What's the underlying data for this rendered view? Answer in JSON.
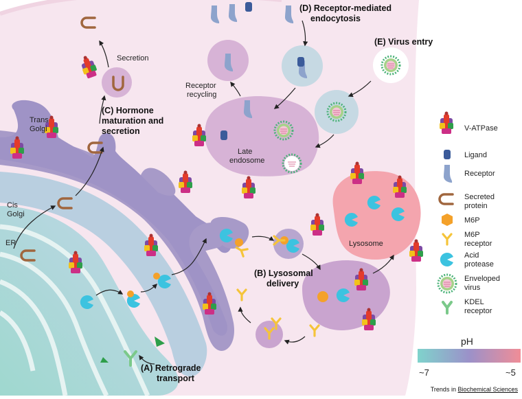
{
  "process_labels": {
    "a_line1": "(A) Retrograde",
    "a_line2": "transport",
    "b_line1": "(B) Lysosomal",
    "b_line2": "delivery",
    "c_line1": "(C) Hormone",
    "c_line2": "maturation and",
    "c_line3": "secretion",
    "d_line1": "(D) Receptor-mediated",
    "d_line2": "endocytosis",
    "e_line1": "(E) Virus entry"
  },
  "compartment_labels": {
    "trans_golgi_1": "Trans",
    "trans_golgi_2": "Golgi",
    "cis_golgi_1": "Cis",
    "cis_golgi_2": "Golgi",
    "er": "ER",
    "secretion": "Secretion",
    "receptor_recycling_1": "Receptor",
    "receptor_recycling_2": "recycling",
    "late_endosome_1": "Late",
    "late_endosome_2": "endosome",
    "lysosome": "Lysosome"
  },
  "legend": {
    "items": [
      {
        "label": "V-ATPase",
        "icon": "v-atpase-icon"
      },
      {
        "label": "Ligand",
        "icon": "ligand-icon"
      },
      {
        "label": "Receptor",
        "icon": "receptor-icon"
      },
      {
        "label": "Secreted protein",
        "label1": "Secreted",
        "label2": "protein",
        "icon": "secreted-protein-icon"
      },
      {
        "label": "M6P",
        "icon": "m6p-icon"
      },
      {
        "label": "M6P receptor",
        "label1": "M6P",
        "label2": "receptor",
        "icon": "m6p-receptor-icon"
      },
      {
        "label": "Acid protease",
        "label1": "Acid",
        "label2": "protease",
        "icon": "acid-protease-icon"
      },
      {
        "label": "Enveloped virus",
        "label1": "Enveloped",
        "label2": "virus",
        "icon": "enveloped-virus-icon"
      },
      {
        "label": "KDEL receptor",
        "label1": "KDEL",
        "label2": "receptor",
        "icon": "kdel-receptor-icon"
      }
    ]
  },
  "ph_scale": {
    "title": "pH",
    "low_label": "~7",
    "high_label": "~5",
    "colors": [
      "#7fd3cc",
      "#9b91c9",
      "#f08d97"
    ]
  },
  "colors": {
    "cytoplasm": "#f7e6ef",
    "golgi": "#a79ac8",
    "er": "#b9cfe0",
    "endosome": "#d7b3d6",
    "lysosome": "#f4a5ae",
    "early_vesicle": "#c6d9e3"
  },
  "credit": {
    "prefix": "Trends in ",
    "journal": "Biochemical Sciences"
  }
}
